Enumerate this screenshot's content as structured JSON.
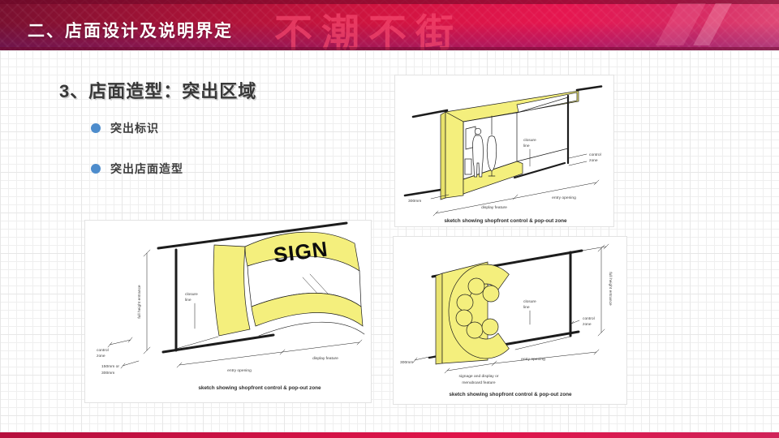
{
  "header": {
    "title": "二、店面设计及说明界定",
    "watermark": "不潮不街"
  },
  "content": {
    "title": "3、店面造型：突出区域",
    "bullets": [
      {
        "label": "突出标识"
      },
      {
        "label": "突出店面造型"
      }
    ]
  },
  "sketch_top_right": {
    "caption": "sketch showing shopfront control & pop-out zone",
    "labels": {
      "closure_1": "closure",
      "closure_2": "line",
      "control_1": "control",
      "control_2": "zone",
      "dim": "300mm",
      "display": "display feature",
      "entry": "entry opening"
    }
  },
  "sketch_bottom_left": {
    "caption": "sketch showing shopfront control & pop-out zone",
    "sign": "SIGN",
    "labels": {
      "full_height": "full height entrance",
      "closure_1": "closure",
      "closure_2": "line",
      "control_1": "control",
      "control_2": "zone",
      "dim_1": "150mm or",
      "dim_2": "300mm",
      "entry": "entry opening",
      "display": "display feature"
    }
  },
  "sketch_bottom_right": {
    "caption": "sketch showing shopfront control & pop-out zone",
    "labels": {
      "full_height": "full height entrance",
      "closure_1": "closure",
      "closure_2": "line",
      "control_1": "control",
      "control_2": "zone",
      "dim": "300mm",
      "signage_1": "signage and display or",
      "signage_2": "menuboard feature",
      "entry": "entry opening"
    }
  },
  "colors": {
    "accent_red": "#d9144a",
    "bullet_blue": "#4d8ccc",
    "sketch_yellow": "#f4ef7d"
  }
}
